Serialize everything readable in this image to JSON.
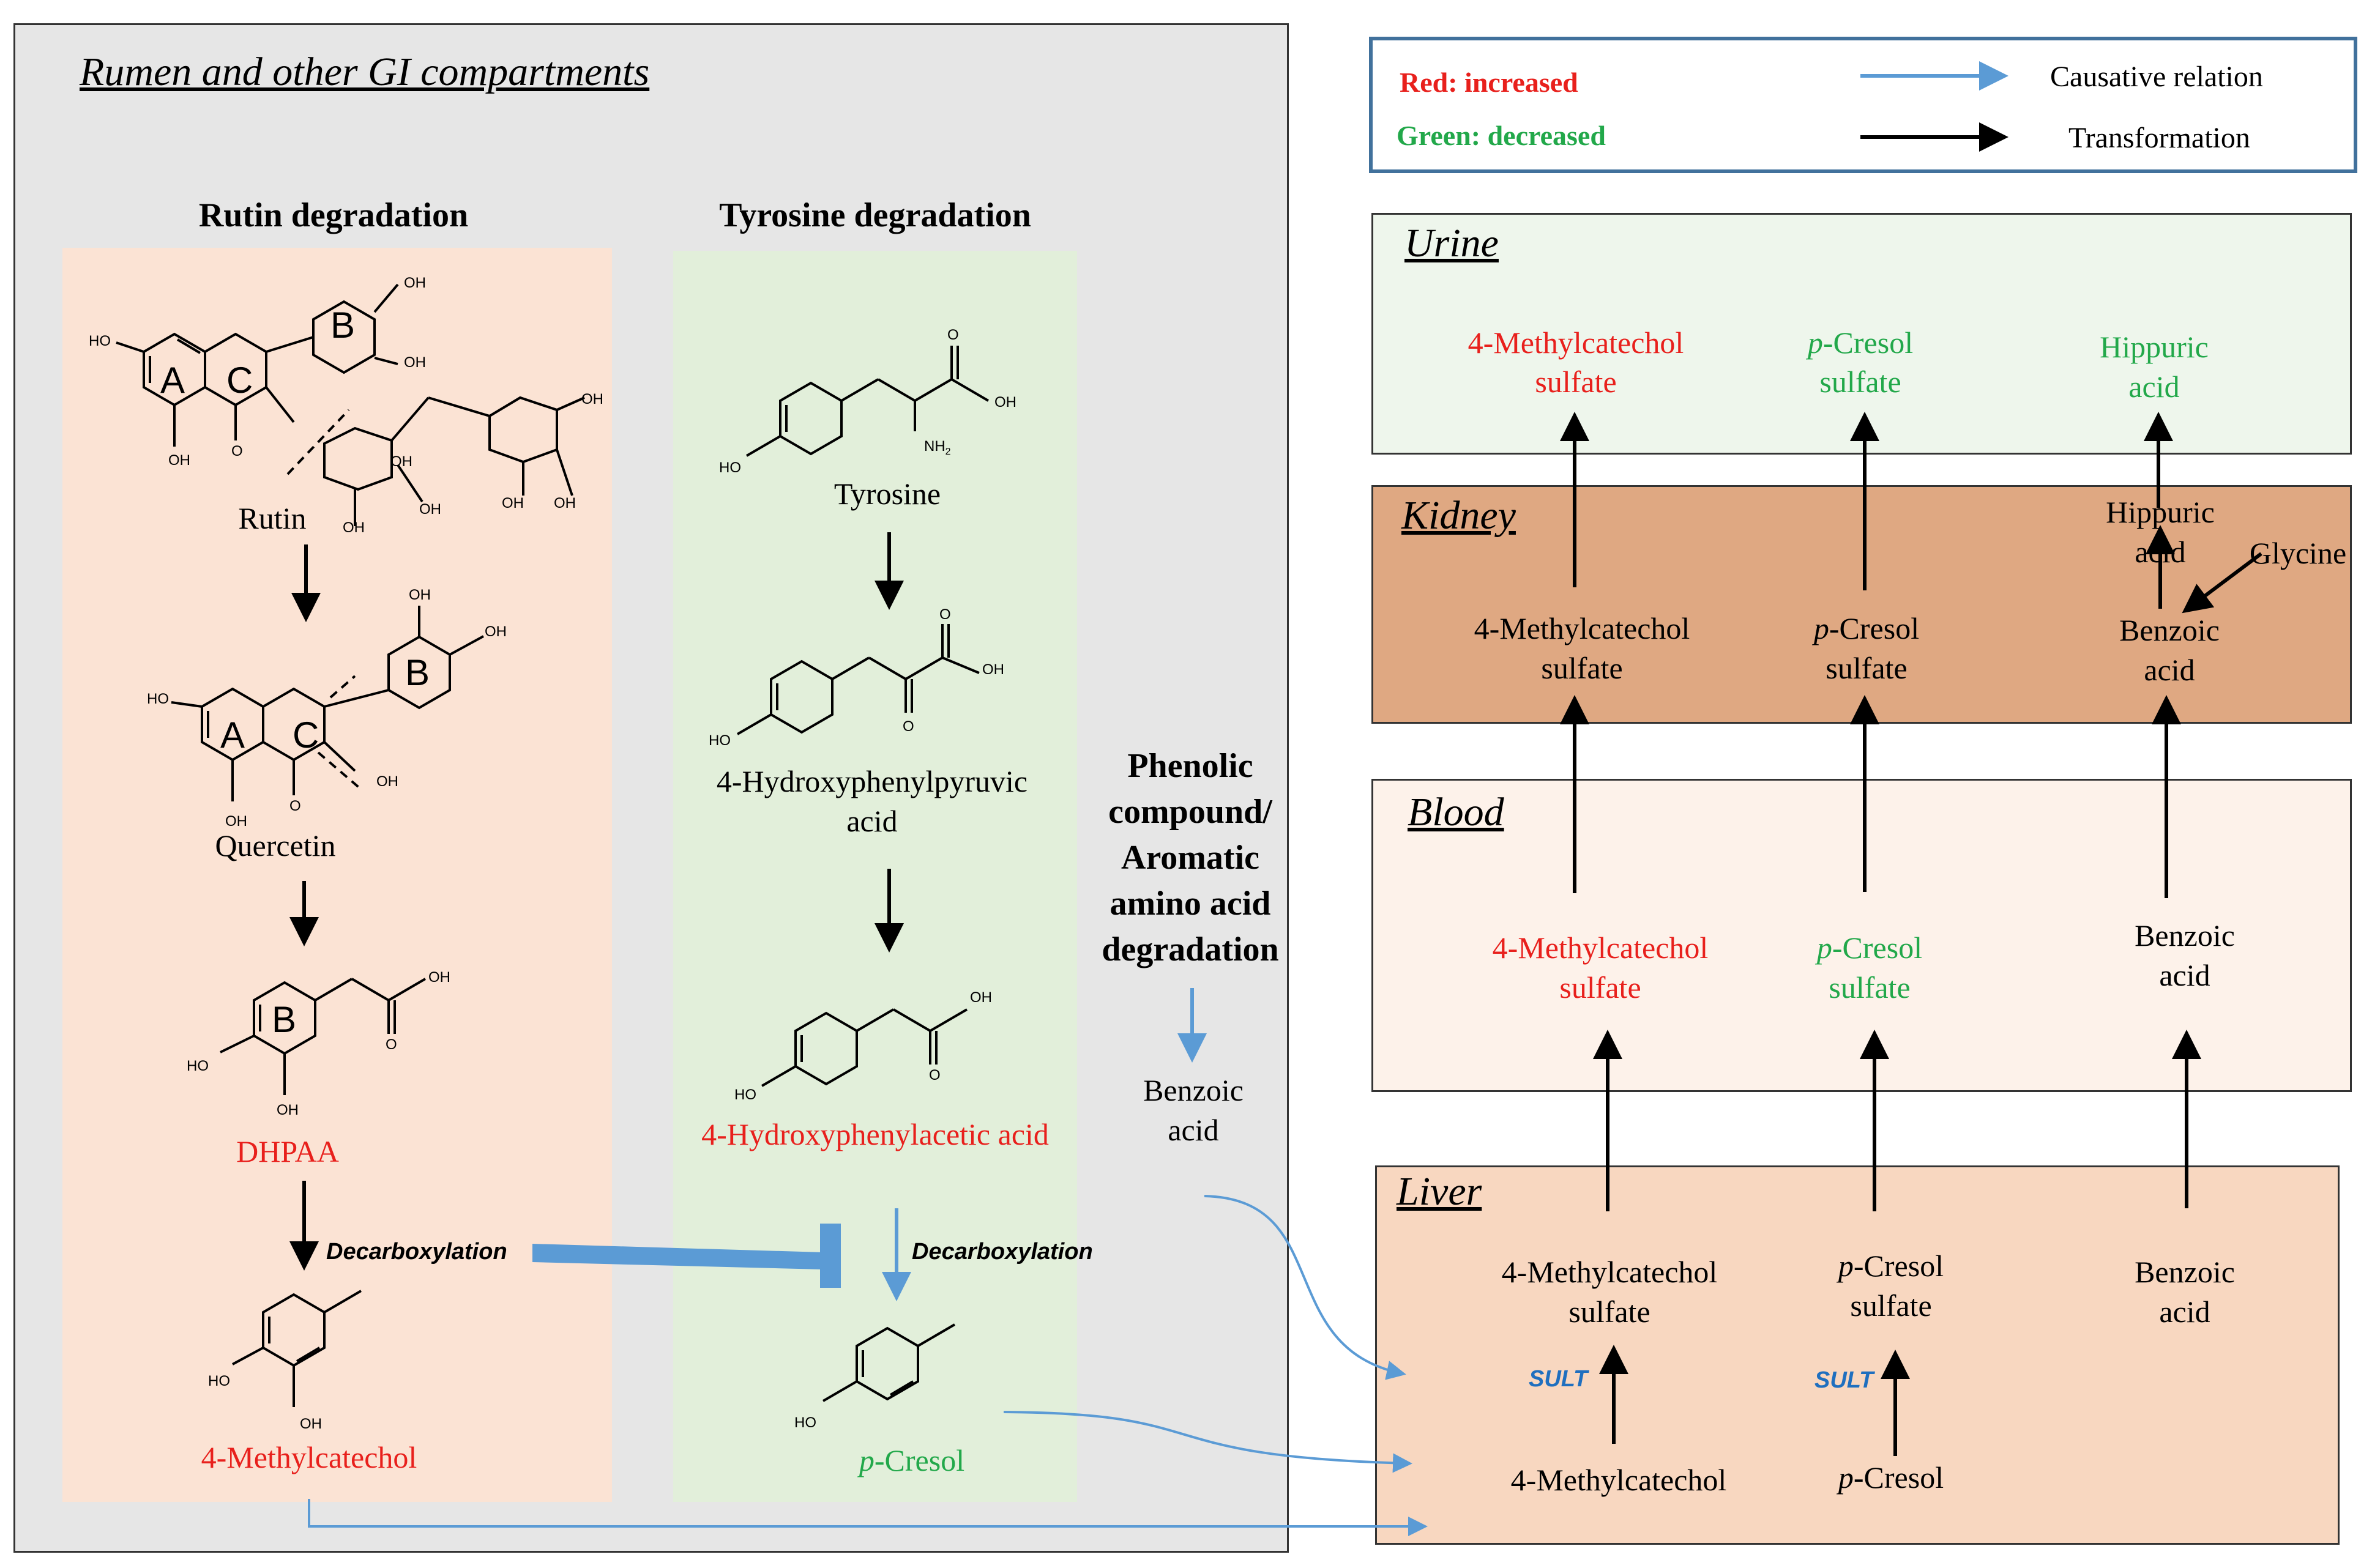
{
  "gi": {
    "title": "Rumen and other GI compartments",
    "rutin_title": "Rutin degradation",
    "tyrosine_title": "Tyrosine degradation",
    "rutin": "Rutin",
    "quercetin": "Quercetin",
    "dhpaa": "DHPAA",
    "methylcatechol": "4-Methylcatechol",
    "tyrosine": "Tyrosine",
    "hppa_line1": "4-Hydroxyphenylpyruvic",
    "hppa_line2": "acid",
    "hpaa": "4-Hydroxyphenylacetic acid",
    "pcresol_italic": "p",
    "pcresol_rest": "-Cresol",
    "decarboxylation": "Decarboxylation",
    "phenolic_line1": "Phenolic",
    "phenolic_line2": "compound/",
    "phenolic_line3": "Aromatic",
    "phenolic_line4": "amino acid",
    "phenolic_line5": "degradation",
    "benzoic_line1": "Benzoic",
    "benzoic_line2": "acid"
  },
  "legend": {
    "red": "Red: increased",
    "green": "Green: decreased",
    "causative": "Causative relation",
    "transformation": "Transformation"
  },
  "urine": {
    "title": "Urine",
    "mcs_line1": "4-Methylcatechol",
    "mcs_line2": "sulfate",
    "pcs_italic": "p",
    "pcs_rest": "-Cresol",
    "pcs_line2": "sulfate",
    "hippuric_line1": "Hippuric",
    "hippuric_line2": "acid"
  },
  "kidney": {
    "title": "Kidney",
    "mcs_line1": "4-Methylcatechol",
    "mcs_line2": "sulfate",
    "pcs_italic": "p",
    "pcs_rest": "-Cresol",
    "pcs_line2": "sulfate",
    "hippuric_line1": "Hippuric",
    "hippuric_line2": "acid",
    "glycine": "Glycine",
    "benzoic_line1": "Benzoic",
    "benzoic_line2": "acid"
  },
  "blood": {
    "title": "Blood",
    "mcs_line1": "4-Methylcatechol",
    "mcs_line2": "sulfate",
    "pcs_italic": "p",
    "pcs_rest": "-Cresol",
    "pcs_line2": "sulfate",
    "benzoic_line1": "Benzoic",
    "benzoic_line2": "acid"
  },
  "liver": {
    "title": "Liver",
    "mcs_line1": "4-Methylcatechol",
    "mcs_line2": "sulfate",
    "pcs_italic": "p",
    "pcs_rest": "-Cresol",
    "pcs_line2": "sulfate",
    "benzoic_line1": "Benzoic",
    "benzoic_line2": "acid",
    "sult": "SULT",
    "methylcatechol": "4-Methylcatechol",
    "pcresol_italic": "p",
    "pcresol_rest": "-Cresol"
  },
  "molecule_labels": {
    "ho": "HO",
    "oh": "OH",
    "nh2": "NH",
    "nh2_sub": "2",
    "o": "O",
    "ring_a": "A",
    "ring_b": "B",
    "ring_c": "C"
  },
  "colors": {
    "increased": "#e8201c",
    "decreased": "#22a84a",
    "causative": "#5b9bd5",
    "gi_bg": "#e6e6e6",
    "rutin_bg": "#fbe3d4",
    "tyrosine_bg": "#e2efda",
    "urine_bg": "#eef6ec",
    "kidney_bg": "#dfa882",
    "blood_bg": "#fdf2ea",
    "liver_bg": "#f8d7c0",
    "legend_border": "#41719c"
  }
}
